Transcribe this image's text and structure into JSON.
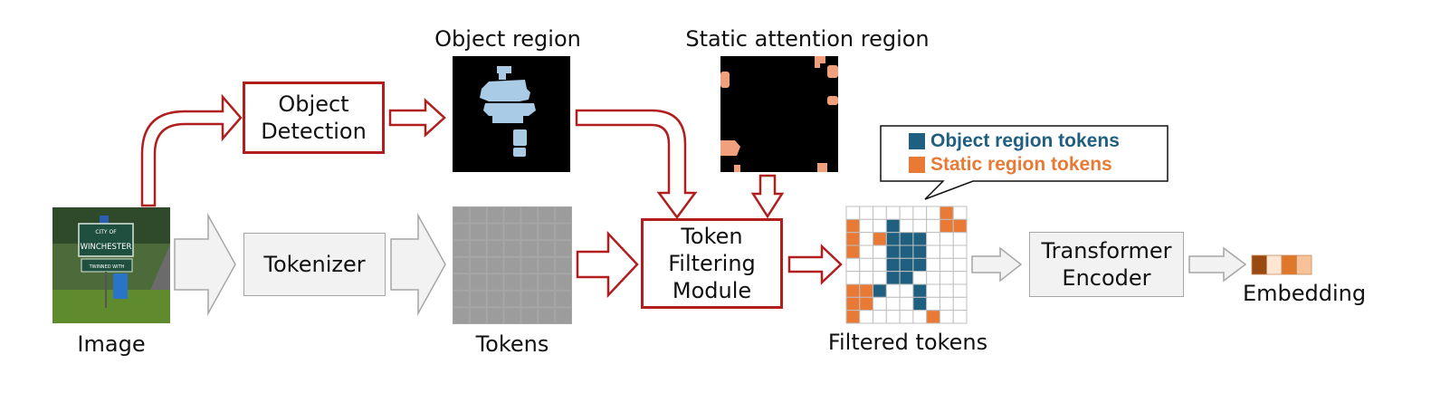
{
  "labels": {
    "image": "Image",
    "tokens": "Tokens",
    "object_region": "Object region",
    "static_attention_region": "Static attention region",
    "filtered_tokens": "Filtered tokens",
    "embedding": "Embedding"
  },
  "boxes": {
    "object_detection": [
      "Object",
      "Detection"
    ],
    "tokenizer": "Tokenizer",
    "token_filtering": [
      "Token",
      "Filtering",
      "Module"
    ],
    "transformer": [
      "Transformer",
      "Encoder"
    ]
  },
  "legend": {
    "object_tokens": "Object region tokens",
    "static_tokens": "Static region tokens"
  },
  "thumbnail_sign": {
    "line1": "CITY OF",
    "line2": "WINCHESTER",
    "line3": "TWINNED WITH"
  },
  "colors": {
    "object_token": "#1f5f7f",
    "static_token": "#e97a36",
    "arrow_red": "#b01e1e",
    "arrow_gray": "#a6a6a6",
    "mask_object": "#a9cbe6",
    "mask_static": "#f0a07c",
    "embedding": [
      "#9a4a10",
      "#fde6d2",
      "#e0782c",
      "#f7c29a"
    ]
  },
  "filtered_grid": {
    "rows": 9,
    "cols": 9,
    "cells": [
      "000000020",
      "200100022",
      "202111000",
      "200111000",
      "000111000",
      "000110000",
      "221001000",
      "220001000",
      "200000200"
    ]
  }
}
